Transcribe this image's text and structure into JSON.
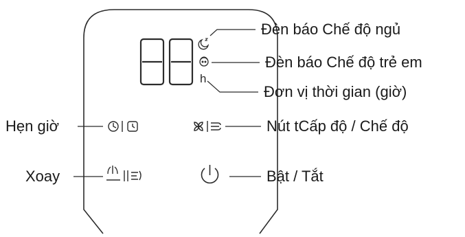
{
  "labels": {
    "sleep_mode_indicator": "Đèn báo Chế độ ngủ",
    "child_mode_indicator": "Đèn báo Chế độ trẻ em",
    "time_unit": "Đơn vị thời gian (giờ)",
    "timer": "Hẹn giờ",
    "speed_mode_button": "Nút tCấp độ / Chế độ",
    "swing": "Xoay",
    "power": "Bật / Tắt"
  },
  "display": {
    "digits": "88",
    "hour_unit_symbol": "h"
  },
  "icons": {
    "sleep": "moon-sleep-icon",
    "child": "child-face-icon",
    "timer": "clock-timer-icon",
    "fan_speed": "fan-speed-icon",
    "swing": "swing-icon",
    "power": "power-icon"
  },
  "colors": {
    "stroke": "#2b2b2b",
    "text": "#1a1a1a"
  }
}
